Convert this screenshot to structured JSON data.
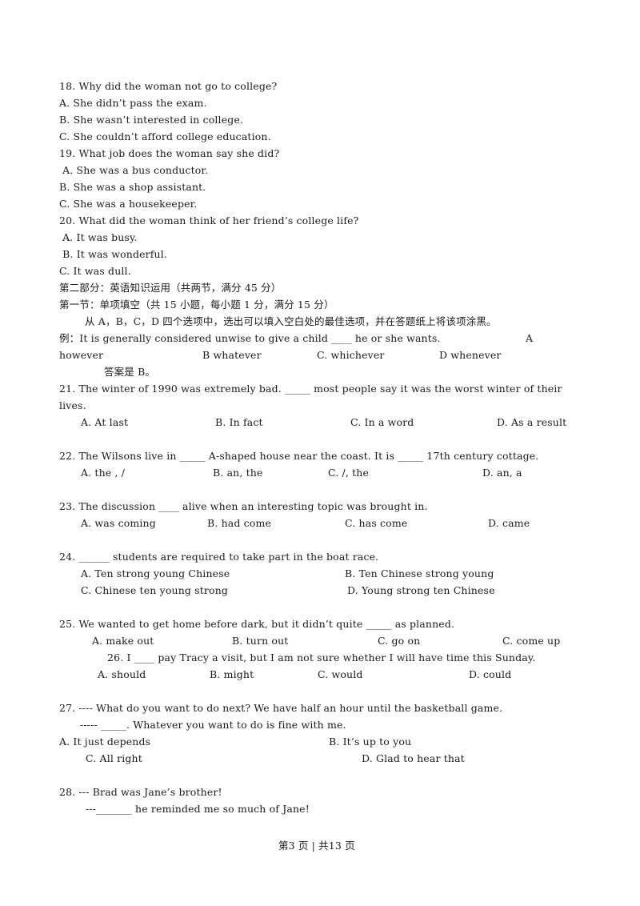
{
  "page": {
    "lines": [
      "18. Why did the woman not go to college?",
      "A. She didn’t pass the exam.",
      "B. She wasn’t interested in college.",
      "C. She couldn’t afford college education.",
      "19. What job does the woman say she did?",
      " A. She was a bus conductor.",
      "B. She was a shop assistant.",
      "C. She was a housekeeper.",
      "20. What did the woman think of her friend’s college life?",
      " A. It was busy.",
      " B. It was wonderful.",
      "C. It was dull.",
      "第二部分：英语知识运用（共两节，满分 45 分）",
      "第一节：单项填空（共 15 小题，每小题 1 分，满分 15 分）",
      "从 A，B，C，D 四个选项中，选出可以填入空白处的最佳选项，并在答题纸上将该项涂黑。",
      "例：It is generally considered unwise to give a child ____ he or she wants.",
      "A",
      "however",
      "B whatever",
      "C. whichever",
      "D whenever",
      "答案是 B。",
      "21. The winter of 1990 was extremely bad. _____ most people say it was the worst winter of their",
      "lives.",
      "A. At last",
      "B. In fact",
      "C. In a word",
      "D. As a result",
      "22. The Wilsons live in _____ A-shaped house near the coast. It is _____ 17th century cottage.",
      "A. the , /",
      "B. an, the",
      "C. /, the",
      "D. an, a",
      "23. The discussion ____ alive when an interesting topic was brought in.",
      "A. was coming",
      "B. had come",
      "C. has come",
      "D. came",
      "24. ______ students are required to take part in the boat race.",
      "A. Ten strong young Chinese",
      "B. Ten Chinese strong young",
      "C. Chinese ten young strong",
      "D. Young strong ten Chinese",
      "25. We wanted to get home before dark, but it didn’t quite _____ as planned.",
      "A. make out",
      "B. turn out",
      "C. go on",
      "C. come up",
      "26. I ____ pay Tracy a visit, but I am not sure whether I will have time this Sunday.",
      "A. should",
      "B. might",
      "C. would",
      "D. could",
      "27. ---- What do you want to do next? We have half an hour until the basketball game.",
      "----- _____. Whatever you want to do is fine with me.",
      "A. It just depends",
      "B. It’s up to you",
      "C. All right",
      "D. Glad to hear that",
      "28. --- Brad was Jane’s brother!",
      "---_______ he reminded me so much of Jane!"
    ],
    "footer": "第3 页 | 共13 页"
  }
}
